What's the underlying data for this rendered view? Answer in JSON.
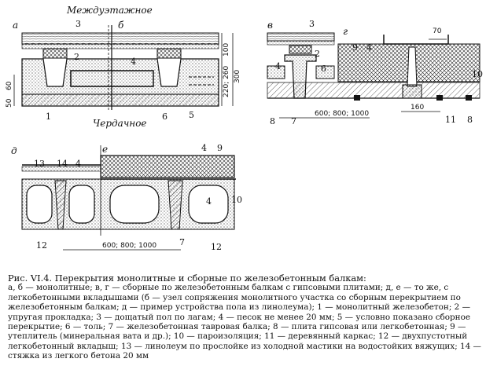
{
  "figure": {
    "panel_labels": {
      "a": "а",
      "b": "б",
      "v": "в",
      "g": "г",
      "d": "д",
      "e": "е"
    },
    "floor_labels": {
      "between": "Междуэтажное",
      "attic": "Чердачное"
    },
    "callouts": {
      "a": [
        "3",
        "2",
        "4",
        "1",
        "6",
        "5"
      ],
      "v": [
        "3",
        "2",
        "9",
        "4",
        "10",
        "4",
        "6",
        "8",
        "7",
        "11",
        "8"
      ],
      "d": [
        "13",
        "14",
        "4",
        "12"
      ],
      "e": [
        "4",
        "9",
        "4",
        "10",
        "7",
        "12"
      ]
    },
    "dimensions": {
      "d100": "100",
      "d300": "300",
      "d220_260": "220; 260",
      "d60": "60",
      "d50": "50",
      "d70": "70",
      "d160": "160",
      "span_v": "600; 800; 1000",
      "span_e": "600; 800; 1000"
    }
  },
  "caption": {
    "title": "Рис. VI.4. Перекрытия монолитные и сборные по железобетонным балкам:",
    "text": "а, б — монолитные; в, г — сборные по железобетонным балкам с гипсовыми плитами; д, е — то же, с легкобетонными вкладышами (б — узел сопряжения монолитного участка со сборным перекрытием по железобетонным балкам; д — пример устройства пола из линолеума); 1 — монолитный железобетон; 2 — упругая прокладка; 3 — дощатый пол по лагам; 4 — песок не менее 20 мм; 5 — условно показано сборное перекрытие; 6 — толь; 7 — железобетонная тавровая балка; 8 — плита гипсовая или легкобетонная; 9 — утеплитель (минеральная вата и др.); 10 — пароизоляция; 11 — деревянный каркас; 12 — двухпустотный легкобетонный вкладыш; 13 — линолеум по прослойке из холодной мастики на водостойких вяжущих; 14 — стяжка из легкого бетона 20 мм"
  }
}
